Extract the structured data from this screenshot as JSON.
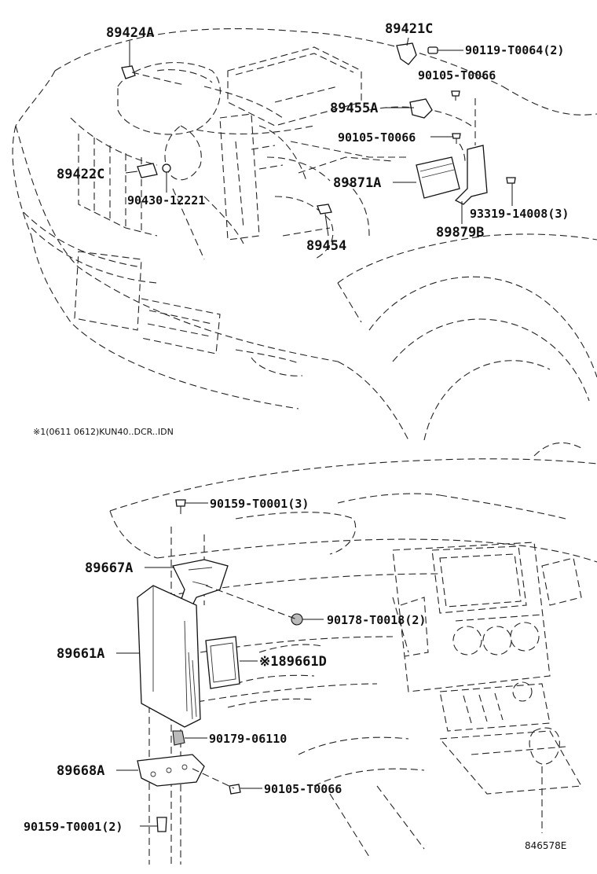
{
  "top_labels": {
    "p89424A": "89424A",
    "p89421C": "89421C",
    "p90119_T0064": "90119-T0064(2)",
    "p90105_T0066_a": "90105-T0066",
    "p89455A": "89455A",
    "p90105_T0066_b": "90105-T0066",
    "p89422C": "89422C",
    "p89871A": "89871A",
    "p90430_12221": "90430-12221",
    "p93319_14008": "93319-14008(3)",
    "p89879B": "89879B",
    "p89454": "89454"
  },
  "note": "※1(0611 0612)KUN40..DCR..IDN",
  "bottom_labels": {
    "p90159_T0001_a": "90159-T0001(3)",
    "p89667A": "89667A",
    "p90178_T0018": "90178-T0018(2)",
    "p89661A": "89661A",
    "p89661D": "※189661D",
    "p90179_06110": "90179-06110",
    "p89668A": "89668A",
    "p90105_T0066_c": "90105-T0066",
    "p90159_T0001_b": "90159-T0001(2)"
  },
  "diagram_id": "846578E"
}
